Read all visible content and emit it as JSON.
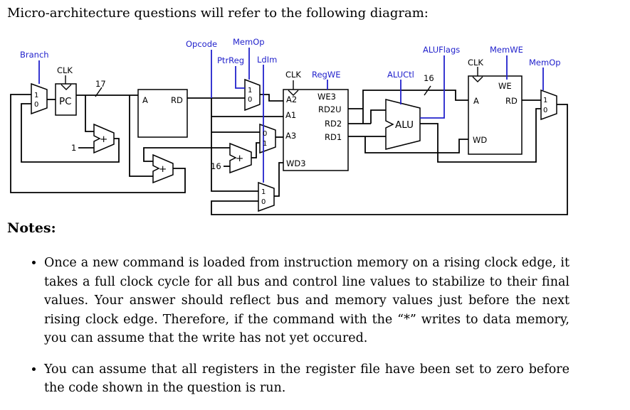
{
  "title": "Micro-architecture questions will refer to the following diagram:",
  "diagram": {
    "labels": {
      "branch": "Branch",
      "clk": "CLK",
      "opcode": "Opcode",
      "memop": "MemOp",
      "ptrreg": "PtrReg",
      "ldim": "LdIm",
      "regwe": "RegWE",
      "aluctl": "ALUCtl",
      "aluflags": "ALUFlags",
      "memwe": "MemWE",
      "pc": "PC",
      "a": "A",
      "rd": "RD",
      "alu": "ALU",
      "plus": "+",
      "one": "1",
      "zero": "0",
      "n1": "1",
      "n16": "16",
      "n17": "17",
      "a2": "A2",
      "a1": "A1",
      "a3": "A3",
      "wd3": "WD3",
      "we3": "WE3",
      "rd2u": "RD2U",
      "rd2": "RD2",
      "rd1": "RD1",
      "we": "WE",
      "wd": "WD"
    },
    "colors": {
      "signal": "#2222cc",
      "wire": "#000000"
    }
  },
  "notes": {
    "heading": "Notes:",
    "bullets": [
      "Once a new command is loaded from instruction memory on a rising clock edge, it takes a full clock cycle for all bus and control line values to stabilize to their final values. Your answer should reflect bus and memory values just before the next rising clock edge. Therefore, if the command with the “*” writes to data memory, you can assume that the write has not yet occured.",
      "You can assume that all registers in the register file have been set to zero before the code shown in the question is run."
    ]
  }
}
